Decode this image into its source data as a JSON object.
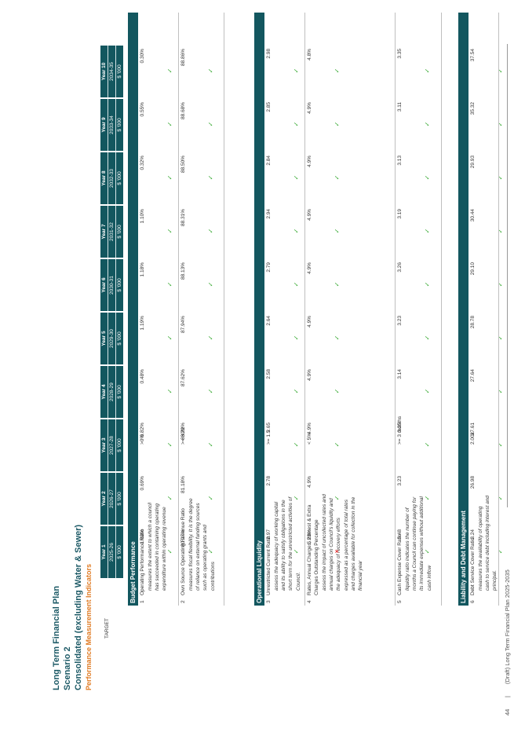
{
  "doc_title": "Long Term Financial Plan",
  "scenario": "Scenario 2",
  "consolidated": "Consolidated (excluding Water & Sewer)",
  "subtitle": "Performance Measurement Indicators",
  "target_header": "TARGET",
  "years": [
    {
      "label": "Year 1",
      "fy": "2025-26",
      "unit": "$ '000"
    },
    {
      "label": "Year 2",
      "fy": "2026-27",
      "unit": "$ '000"
    },
    {
      "label": "Year 3",
      "fy": "2027-28",
      "unit": "$ '000"
    },
    {
      "label": "Year 4",
      "fy": "2028-29",
      "unit": "$ '000"
    },
    {
      "label": "Year 5",
      "fy": "2029-30",
      "unit": "$ '000"
    },
    {
      "label": "Year 6",
      "fy": "2030-31",
      "unit": "$ '000"
    },
    {
      "label": "Year 7",
      "fy": "2031-32",
      "unit": "$ '000"
    },
    {
      "label": "Year 8",
      "fy": "2032-33",
      "unit": "$ '000"
    },
    {
      "label": "Year 9",
      "fy": "2033-34",
      "unit": "$ '000"
    },
    {
      "label": "Year 10",
      "fy": "2034-35",
      "unit": "$ '000"
    }
  ],
  "sections": [
    {
      "title": "Budget Performance",
      "indicators": [
        {
          "num": "1",
          "name": "Operating Performance Ratio",
          "desc": [
            "measures the extent to which a council",
            "has succeeded in containing operating",
            "expenditure within operating revenue"
          ],
          "target": ">0%",
          "values": [
            "1.03%",
            "0.69%",
            "0.82%",
            "0.48%",
            "1.19%",
            "1.18%",
            "1.10%",
            "0.32%",
            "0.55%",
            "0.30%"
          ],
          "status": [
            "tick",
            "tick",
            "tick",
            "tick",
            "tick",
            "tick",
            "tick",
            "tick",
            "tick",
            "tick"
          ]
        },
        {
          "num": "2",
          "name": "Own Source Operating Revenue Ratio",
          "desc": [
            "measures fiscal flexibility. It is the degree",
            "of reliance on external funding sources",
            "such as operating grants and",
            "contributions"
          ],
          "target": ">= 60%",
          "values": [
            "80.27%",
            "81.18%",
            "83.22%",
            "87.62%",
            "87.94%",
            "88.13%",
            "88.31%",
            "88.50%",
            "88.68%",
            "88.86%"
          ],
          "status": [
            "tick",
            "tick",
            "tick",
            "tick",
            "tick",
            "tick",
            "tick",
            "tick",
            "tick",
            "tick"
          ]
        }
      ]
    },
    {
      "title": "Operational Liquidity",
      "indicators": [
        {
          "num": "3",
          "name": "Unrestricted Current Ratio",
          "desc": [
            "assess the adequacy of working capital",
            "and its ability to satisfy obligations in the",
            "short term for the unrestricted activities of",
            "Council."
          ],
          "target": ">= 1.5",
          "values": [
            "2.97",
            "2.78",
            "2.65",
            "2.58",
            "2.64",
            "2.79",
            "2.94",
            "2.84",
            "2.85",
            "2.98"
          ],
          "status": [
            "tick",
            "tick",
            "tick",
            "tick",
            "tick",
            "tick",
            "tick",
            "tick",
            "tick",
            "tick"
          ]
        },
        {
          "num": "4",
          "name": "Rates, Annual Charges, Interest & Extra",
          "name2": "Charges Outstanding Percentage",
          "desc": [
            "assess the impact of uncollected rates and",
            "annual charges on Council's liquidity and",
            "the adequacy of recovery efforts",
            "expressed as a percentage of total rates",
            "and charges available for collection in the",
            "financial year"
          ],
          "target": "< 5%",
          "values": [
            "5.23%",
            "4.9%",
            "4.9%",
            "4.9%",
            "4.9%",
            "4.9%",
            "4.9%",
            "4.9%",
            "4.9%",
            "4.8%"
          ],
          "status": [
            "cross",
            "tick",
            "tick",
            "tick",
            "tick",
            "tick",
            "tick",
            "tick",
            "tick",
            "tick"
          ]
        },
        {
          "num": "5",
          "name": "Cash Expense Cover Ratio",
          "desc": [
            "liquidity ratio indicates the number of",
            "months a Council can continue paying for",
            "its immediate expenses without additional",
            "cash inflow"
          ],
          "target": ">= 3 months",
          "values": [
            "3.48",
            "3.23",
            "3.25",
            "3.14",
            "3.23",
            "3.26",
            "3.19",
            "3.13",
            "3.11",
            "3.35"
          ],
          "status": [
            "tick",
            "tick",
            "tick",
            "tick",
            "tick",
            "tick",
            "tick",
            "tick",
            "tick",
            "tick"
          ]
        }
      ]
    },
    {
      "title": "Liability and Debt Management",
      "indicators": [
        {
          "num": "6",
          "name": "Debt Service Cover Ratio",
          "desc": [
            "measures the availability of operating",
            "cash to service debt including interest and",
            "principal."
          ],
          "target": "2.00x",
          "values": [
            "3.24",
            "26.98",
            "27.61",
            "27.64",
            "28.78",
            "29.10",
            "30.44",
            "29.93",
            "35.32",
            "37.54"
          ],
          "status": [
            "tick",
            "tick",
            "tick",
            "tick",
            "tick",
            "tick",
            "tick",
            "tick",
            "tick",
            "tick"
          ]
        }
      ]
    }
  ],
  "status_icons": {
    "tick": "checkmark-icon",
    "cross": "cross-icon"
  },
  "status_colors": {
    "tick": "#3aaa35",
    "cross": "#e02424"
  },
  "footer": {
    "page": "44",
    "sep": "|",
    "text": "(Draft) Long Term Financial Plan 2025-2035"
  }
}
